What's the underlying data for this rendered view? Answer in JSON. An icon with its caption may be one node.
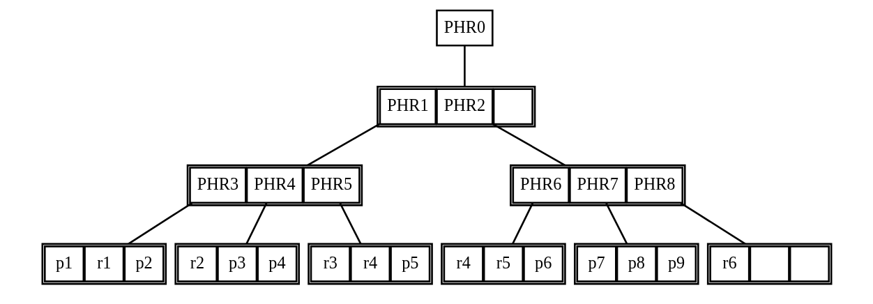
{
  "diagram": {
    "nodes": [
      {
        "text": [
          "PHR0"
        ]
      },
      {
        "text": [],
        "shape": "box"
      },
      {
        "text": [
          "PHR1"
        ],
        "in": 1
      },
      {
        "text": [
          "PHR2"
        ],
        "in": 1
      },
      {
        "text": [],
        "shape": "box",
        "in": 1
      },
      {
        "text": [],
        "shape": "box"
      },
      {
        "text": [
          "PHR3"
        ],
        "in": 5
      },
      {
        "text": [
          "PHR4"
        ],
        "in": 5
      },
      {
        "text": [
          "PHR5"
        ],
        "in": 5
      },
      {
        "text": [],
        "shape": "box"
      },
      {
        "text": [
          "PHR6"
        ],
        "in": 9
      },
      {
        "text": [
          "PHR7"
        ],
        "in": 9
      },
      {
        "text": [
          "PHR8"
        ],
        "in": 9
      },
      {
        "text": [],
        "shape": "box"
      },
      {
        "text": [
          "p1"
        ],
        "in": 13
      },
      {
        "text": [
          "r1"
        ],
        "in": 13
      },
      {
        "text": [
          "p2"
        ],
        "in": 13
      },
      {
        "text": [],
        "shape": "box"
      },
      {
        "text": [
          "r2"
        ],
        "in": 17
      },
      {
        "text": [
          "p3"
        ],
        "in": 17
      },
      {
        "text": [
          "p4"
        ],
        "in": 17
      },
      {
        "text": [],
        "shape": "box"
      },
      {
        "text": [
          "r3"
        ],
        "in": 21
      },
      {
        "text": [
          "r4"
        ],
        "in": 21
      },
      {
        "text": [
          "p5"
        ],
        "in": 21
      },
      {
        "text": [],
        "shape": "box"
      },
      {
        "text": [
          "r4"
        ],
        "in": 25
      },
      {
        "text": [
          "r5"
        ],
        "in": 25
      },
      {
        "text": [
          "p6"
        ],
        "in": 25
      },
      {
        "text": [],
        "shape": "box"
      },
      {
        "text": [
          "p7"
        ],
        "in": 29
      },
      {
        "text": [
          "p8"
        ],
        "in": 29
      },
      {
        "text": [
          "p9"
        ],
        "in": 29
      },
      {
        "text": [],
        "shape": "box"
      },
      {
        "text": [
          "r6"
        ],
        "in": 33
      },
      {
        "text": [],
        "shape": "box",
        "in": 33
      },
      {
        "text": [],
        "shape": "box",
        "in": 33
      }
    ],
    "edges": [
      {
        "from": 0,
        "to": 1,
        "arrow": "none"
      },
      {
        "from": 2,
        "to": 5,
        "arrow": "none"
      },
      {
        "from": 3,
        "to": 9,
        "arrow": "none"
      },
      {
        "from": 6,
        "to": 13,
        "arrow": "none"
      },
      {
        "from": 7,
        "to": 17,
        "arrow": "none"
      },
      {
        "from": 8,
        "to": 21,
        "arrow": "none"
      },
      {
        "from": 10,
        "to": 25,
        "arrow": "none"
      },
      {
        "from": 11,
        "to": 29,
        "arrow": "none"
      },
      {
        "from": 12,
        "to": 33,
        "arrow": "none"
      }
    ]
  }
}
